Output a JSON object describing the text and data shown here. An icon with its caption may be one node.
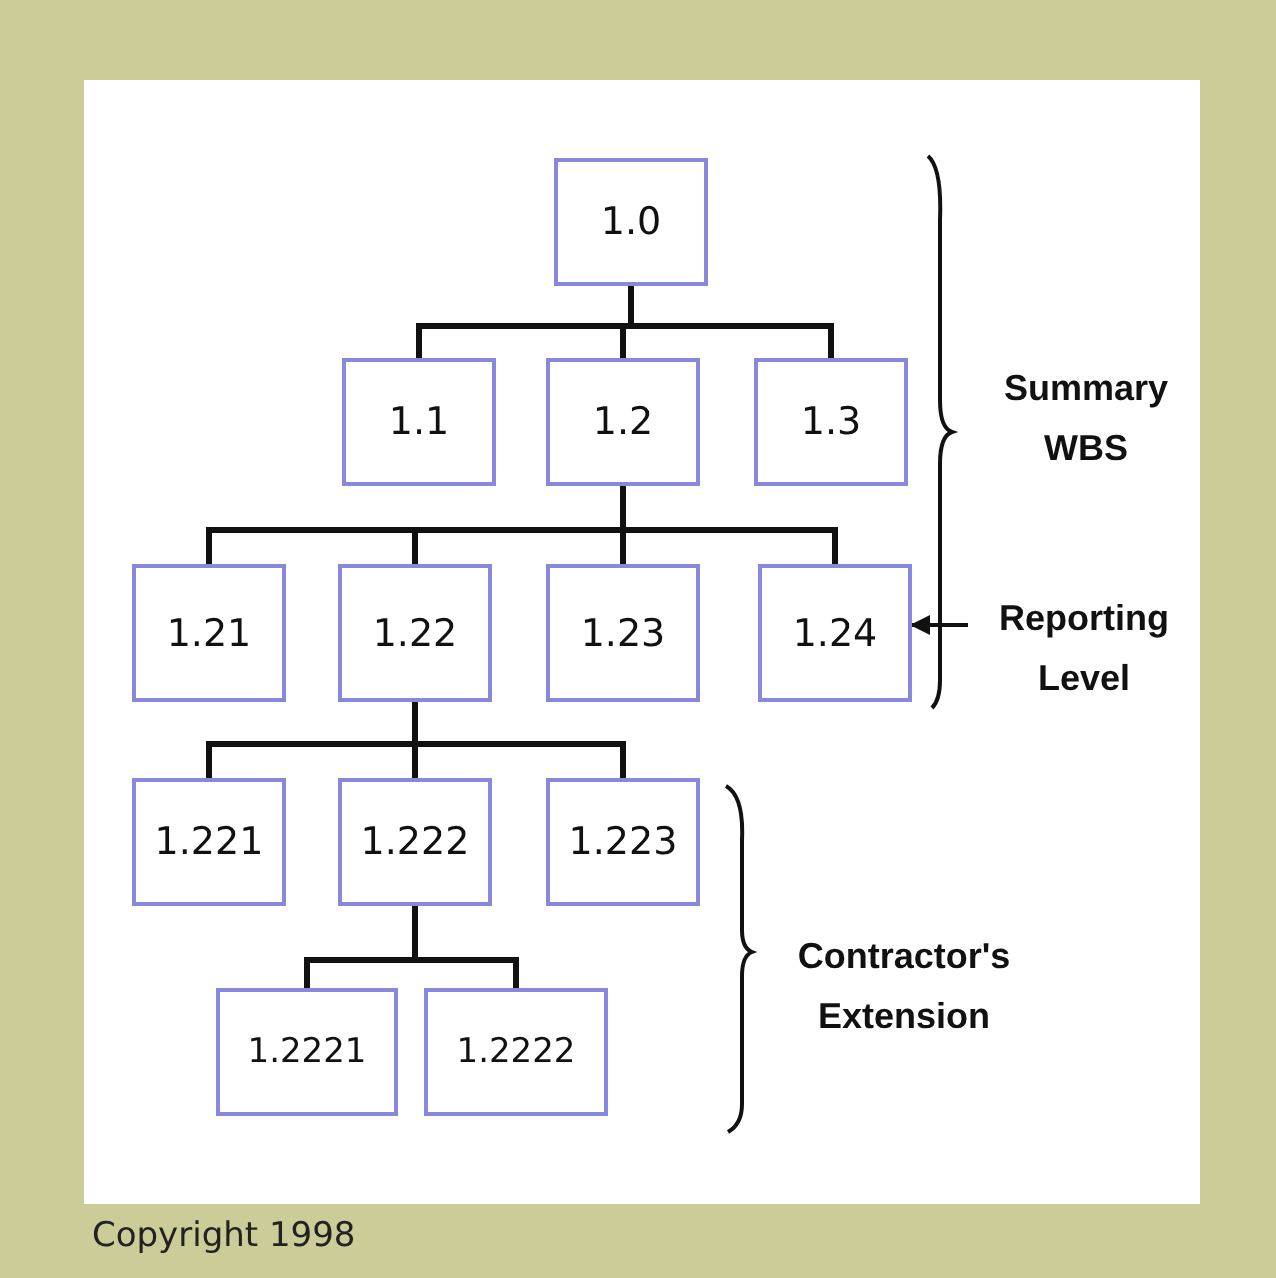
{
  "diagram": {
    "nodes": [
      {
        "text": [
          "1.0"
        ]
      },
      {
        "text": [
          "1.1"
        ]
      },
      {
        "text": [
          "1.2"
        ]
      },
      {
        "text": [
          "1.3"
        ]
      },
      {
        "text": [
          "1.21"
        ]
      },
      {
        "text": [
          "1.22"
        ]
      },
      {
        "text": [
          "1.23"
        ]
      },
      {
        "text": [
          "1.24"
        ]
      },
      {
        "text": [
          "1.221"
        ]
      },
      {
        "text": [
          "1.222"
        ]
      },
      {
        "text": [
          "1.223"
        ]
      },
      {
        "text": [
          "1.2221"
        ]
      },
      {
        "text": [
          "1.2222"
        ]
      },
      {
        "text": [
          "Reporting Level"
        ]
      }
    ],
    "edges": [
      {
        "from": 0,
        "to": 1,
        "arrow": "none"
      },
      {
        "from": 0,
        "to": 2,
        "arrow": "none"
      },
      {
        "from": 0,
        "to": 3,
        "arrow": "none"
      },
      {
        "from": 2,
        "to": 4,
        "arrow": "none"
      },
      {
        "from": 2,
        "to": 5,
        "arrow": "none"
      },
      {
        "from": 2,
        "to": 6,
        "arrow": "none"
      },
      {
        "from": 2,
        "to": 7,
        "arrow": "none"
      },
      {
        "from": 5,
        "to": 8,
        "arrow": "none"
      },
      {
        "from": 5,
        "to": 9,
        "arrow": "none"
      },
      {
        "from": 5,
        "to": 10,
        "arrow": "none"
      },
      {
        "from": 9,
        "to": 11,
        "arrow": "none"
      },
      {
        "from": 9,
        "to": 12,
        "arrow": "none"
      },
      {
        "from": 13,
        "to": 7,
        "arrow": "to"
      }
    ],
    "labels": [
      "Summary WBS",
      "Contractor's Extension",
      "Copyright 1998"
    ]
  }
}
